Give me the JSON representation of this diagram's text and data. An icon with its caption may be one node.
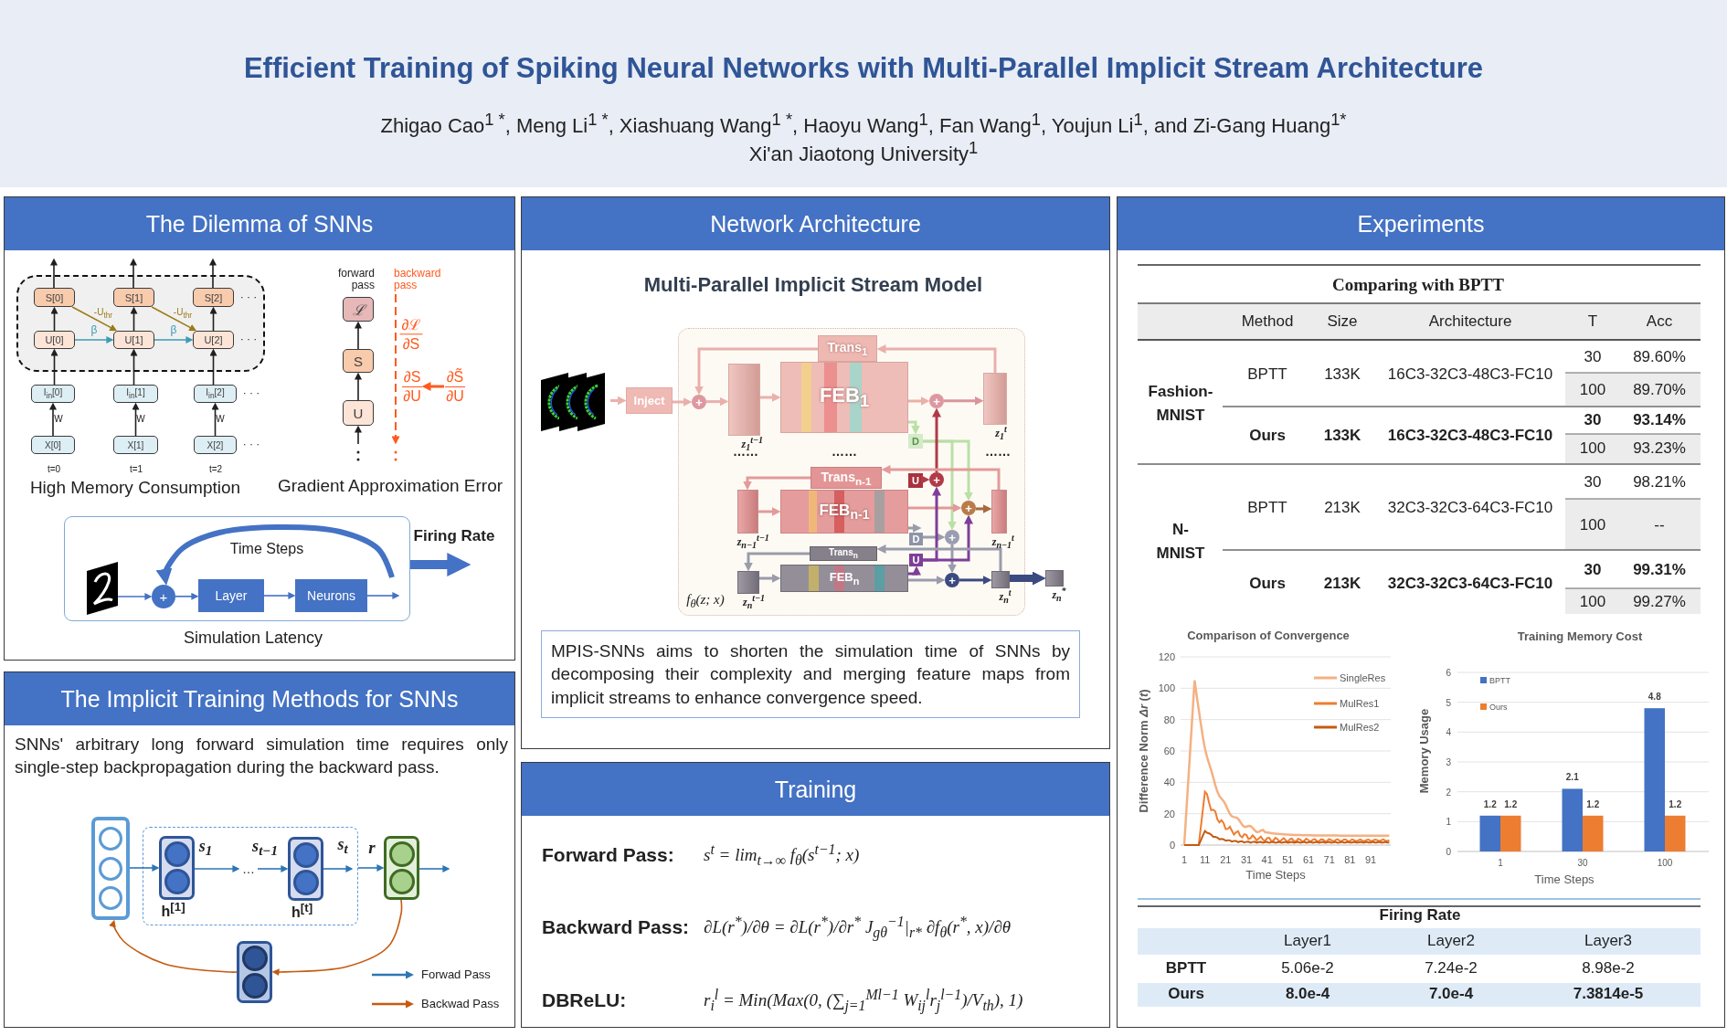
{
  "diagram": {
    "title": "Efficient Training of Spiking Neural Networks with Multi-Parallel Implicit Stream Architecture",
    "nodes": [
      {
        "text": [
          "The Dilemma of SNNs"
        ]
      },
      {
        "text": [],
        "shape": "box",
        "in": 0
      },
      {
        "text": [
          "S[0]"
        ],
        "in": 1
      },
      {
        "text": [
          "S[1]"
        ],
        "in": 1
      },
      {
        "text": [
          "S[2]"
        ],
        "in": 1,
        "beside": [
          "· · ·"
        ]
      },
      {
        "text": [
          "U[0]"
        ],
        "in": 1
      },
      {
        "text": [
          "U[1]"
        ],
        "in": 1
      },
      {
        "text": [
          "U[2]"
        ],
        "in": 1,
        "beside": [
          "· · ·"
        ]
      },
      {
        "text": [
          "I$_{in}$[0]"
        ],
        "in": 0
      },
      {
        "text": [
          "I$_{in}$[1]"
        ],
        "in": 0
      },
      {
        "text": [
          "I$_{in}$[2]"
        ],
        "in": 0,
        "beside": [
          "· · ·"
        ]
      },
      {
        "text": [
          "X[0]"
        ],
        "in": 0
      },
      {
        "text": [
          "X[1]"
        ],
        "in": 0
      },
      {
        "text": [
          "X[2]"
        ],
        "in": 0,
        "beside": [
          "· · ·"
        ]
      },
      {
        "text": [
          "ℒ"
        ],
        "in": 0
      },
      {
        "text": [
          "S"
        ],
        "in": 0
      },
      {
        "text": [
          "U"
        ],
        "in": 0
      },
      {
        "text": [],
        "shape": "box",
        "in": 0
      },
      {
        "text": [],
        "shape": "picture",
        "in": 17
      },
      {
        "text": [
          "+"
        ],
        "in": 17
      },
      {
        "text": [
          "Layer"
        ],
        "in": 17
      },
      {
        "text": [
          "Neurons"
        ],
        "in": 17
      },
      {
        "text": [
          "The Implicit Training Methods for SNNs"
        ]
      },
      {
        "text": [],
        "shape": "box",
        "in": 22
      },
      {
        "text": [],
        "shape": "box",
        "in": 22
      },
      {
        "text": [],
        "shape": "box",
        "in": 24,
        "beside": [
          "h$^{[1]}$"
        ]
      },
      {
        "text": [],
        "shape": "box",
        "in": 24,
        "beside": [
          "h$^{[t]}$"
        ]
      },
      {
        "text": [],
        "shape": "box",
        "in": 22
      },
      {
        "text": [],
        "shape": "box",
        "in": 22
      },
      {
        "text": [
          "Network Architecture"
        ]
      },
      {
        "text": [],
        "shape": "box",
        "in": 29
      },
      {
        "text": [],
        "shape": "picture",
        "in": 29
      },
      {
        "text": [
          "Inject"
        ],
        "in": 29
      },
      {
        "text": [
          "+"
        ],
        "in": 30
      },
      {
        "text": [],
        "shape": "box",
        "in": 30,
        "beside": [
          "z$_{1}$$^{t−1}$"
        ]
      },
      {
        "text": [
          "FEB$_{1}$"
        ],
        "in": 30
      },
      {
        "text": [
          "Trans$_{1}$"
        ],
        "in": 30
      },
      {
        "text": [
          "+"
        ],
        "in": 30
      },
      {
        "text": [],
        "shape": "box",
        "in": 30,
        "beside": [
          "z$_{1}$$^{t}$"
        ]
      },
      {
        "text": [
          "D"
        ],
        "in": 30
      },
      {
        "text": [
          "Trans$_{n-1}$"
        ],
        "in": 30
      },
      {
        "text": [
          "U"
        ],
        "in": 30
      },
      {
        "text": [
          "+"
        ],
        "in": 30
      },
      {
        "text": [],
        "shape": "box",
        "in": 30,
        "beside": [
          "z$_{n−1}$$^{t−1}$"
        ]
      },
      {
        "text": [
          "FEB$_{n-1}$"
        ],
        "in": 30
      },
      {
        "text": [
          "+"
        ],
        "in": 30
      },
      {
        "text": [],
        "shape": "box",
        "in": 30,
        "beside": [
          "z$_{n−1}$$^{t}$"
        ]
      },
      {
        "text": [
          "D"
        ],
        "in": 30
      },
      {
        "text": [
          "+"
        ],
        "in": 30
      },
      {
        "text": [
          "U"
        ],
        "in": 30
      },
      {
        "text": [
          "Trans$_{n}$"
        ],
        "in": 30
      },
      {
        "text": [],
        "shape": "box",
        "in": 30,
        "beside": [
          "z$_{n}$$^{t−1}$"
        ]
      },
      {
        "text": [
          "FEB$_{n}$"
        ],
        "in": 30
      },
      {
        "text": [
          "+"
        ],
        "in": 30
      },
      {
        "text": [],
        "shape": "box",
        "in": 30,
        "beside": [
          "z$_{n}$$^{t}$"
        ]
      },
      {
        "text": [],
        "shape": "box",
        "in": 29,
        "beside": [
          "z$_{n}$$^{*}$"
        ]
      },
      {
        "text": [
          "MPIS-SNNs aims to shorten the simulation time of SNNs by decomposing their complexity and merging feature maps from implicit streams to enhance convergence speed."
        ],
        "in": 29
      },
      {
        "text": [
          "Training"
        ]
      },
      {
        "text": [
          "Experiments"
        ]
      },
      {
        "text": [
          "…"
        ],
        "in": 24
      },
      {
        "text": [
          "∂S",
          "∂U"
        ],
        "in": 0
      },
      {
        "text": [
          "∂S̃",
          "∂U"
        ],
        "in": 0
      }
    ],
    "edges": [
      {
        "from": 11,
        "to": 8,
        "arrow": "to",
        "label": "W"
      },
      {
        "from": 12,
        "to": 9,
        "arrow": "to",
        "label": "W"
      },
      {
        "from": 13,
        "to": 10,
        "arrow": "to",
        "label": "W"
      },
      {
        "from": 8,
        "to": 5,
        "arrow": "to"
      },
      {
        "from": 9,
        "to": 6,
        "arrow": "to"
      },
      {
        "from": 10,
        "to": 7,
        "arrow": "to"
      },
      {
        "from": 5,
        "to": 2,
        "arrow": "to"
      },
      {
        "from": 6,
        "to": 3,
        "arrow": "to"
      },
      {
        "from": 7,
        "to": 4,
        "arrow": "to"
      },
      {
        "from": 2,
        "to": null,
        "arrow": "to"
      },
      {
        "from": 3,
        "to": null,
        "arrow": "to"
      },
      {
        "from": 4,
        "to": null,
        "arrow": "to"
      },
      {
        "from": 5,
        "to": 6,
        "arrow": "to",
        "label": "β",
        "color": "#3d9bb5"
      },
      {
        "from": 6,
        "to": 7,
        "arrow": "to",
        "label": "β",
        "color": "#3d9bb5"
      },
      {
        "from": 2,
        "to": 6,
        "arrow": "to",
        "label": "-U$_{thr}$",
        "color": "#9c7a16"
      },
      {
        "from": 3,
        "to": 7,
        "arrow": "to",
        "label": "-U$_{thr}$",
        "color": "#9c7a16"
      },
      {
        "from": null,
        "to": 16,
        "arrow": "to"
      },
      {
        "from": 16,
        "to": 15,
        "arrow": "to"
      },
      {
        "from": 15,
        "to": 14,
        "arrow": "to"
      },
      {
        "from": 18,
        "to": 19,
        "arrow": "to",
        "color": "#4472c4"
      },
      {
        "from": 19,
        "to": 20,
        "arrow": "to",
        "color": "#4472c4"
      },
      {
        "from": 20,
        "to": 21,
        "arrow": "to",
        "color": "#4472c4"
      },
      {
        "from": 21,
        "to": null,
        "arrow": "to",
        "color": "#4472c4"
      },
      {
        "from": null,
        "to": 19,
        "arrow": "to",
        "label": "Time Steps",
        "style": "thick",
        "color": "#4472c4"
      },
      {
        "from": 17,
        "to": null,
        "arrow": "to",
        "label": "Firing Rate",
        "style": "thick",
        "color": "#4472c4"
      },
      {
        "from": 23,
        "to": 25,
        "arrow": "to",
        "color": "#2e75b6"
      },
      {
        "from": 25,
        "to": 59,
        "arrow": "to",
        "label": "s$_{1}$",
        "color": "#2e75b6"
      },
      {
        "from": 59,
        "to": 26,
        "arrow": "to",
        "label": "s$_{t−1}$",
        "color": "#2e75b6"
      },
      {
        "from": 26,
        "to": null,
        "arrow": "to",
        "label": "s$_{t}$",
        "color": "#2e75b6"
      },
      {
        "from": 24,
        "to": 27,
        "arrow": "to",
        "label": "r",
        "color": "#2e75b6"
      },
      {
        "from": 27,
        "to": null,
        "arrow": "to",
        "color": "#2e75b6"
      },
      {
        "from": 27,
        "to": 28,
        "arrow": "to",
        "color": "#c55a11"
      },
      {
        "from": 28,
        "to": 23,
        "arrow": "to",
        "color": "#c55a11"
      },
      {
        "from": 31,
        "to": 32,
        "arrow": "to",
        "color": "#eab0ab"
      },
      {
        "from": 32,
        "to": 33,
        "arrow": "to",
        "color": "#eab0ab"
      },
      {
        "from": 33,
        "to": 34,
        "arrow": "to",
        "color": "#eab0ab"
      },
      {
        "from": 34,
        "to": 35,
        "arrow": "to",
        "color": "#eab0ab"
      },
      {
        "from": 35,
        "to": 37,
        "arrow": "to",
        "color": "#eab0ab"
      },
      {
        "from": 37,
        "to": 38,
        "arrow": "to",
        "color": "#d9959c"
      },
      {
        "from": 38,
        "to": 36,
        "arrow": "to",
        "color": "#eab0ab"
      },
      {
        "from": 36,
        "to": 33,
        "arrow": "to",
        "color": "#eab0ab"
      },
      {
        "from": 35,
        "to": 39,
        "arrow": "to",
        "color": "#b9e0a5"
      },
      {
        "from": 39,
        "to": 48,
        "arrow": "to",
        "color": "#b9e0a5"
      },
      {
        "from": 39,
        "to": 45,
        "arrow": "to",
        "color": "#b9e0a5"
      },
      {
        "from": 41,
        "to": 42,
        "arrow": "to",
        "color": "#b23a48"
      },
      {
        "from": 42,
        "to": 37,
        "arrow": "to",
        "color": "#b23a48"
      },
      {
        "from": 46,
        "to": 40,
        "arrow": "to",
        "color": "#e39a9a"
      },
      {
        "from": 40,
        "to": 43,
        "arrow": "to",
        "color": "#e39a9a"
      },
      {
        "from": 43,
        "to": 44,
        "arrow": "to",
        "color": "#e39a9a"
      },
      {
        "from": 44,
        "to": 45,
        "arrow": "to",
        "color": "#e39a9a"
      },
      {
        "from": 45,
        "to": 46,
        "arrow": "to",
        "color": "#a86a3d"
      },
      {
        "from": 44,
        "to": 47,
        "arrow": "to",
        "color": "#9a9cab"
      },
      {
        "from": 47,
        "to": 48,
        "arrow": "to",
        "color": "#9a9cab"
      },
      {
        "from": 48,
        "to": 53,
        "arrow": "to",
        "color": "#9a9cab"
      },
      {
        "from": 49,
        "to": 42,
        "arrow": "to",
        "color": "#7e3f98"
      },
      {
        "from": 49,
        "to": 45,
        "arrow": "to",
        "color": "#7e3f98"
      },
      {
        "from": 52,
        "to": 53,
        "arrow": "to",
        "color": "#9a9cab"
      },
      {
        "from": 53,
        "to": 54,
        "arrow": "to",
        "color": "#3b4a7f"
      },
      {
        "from": 54,
        "to": 50,
        "arrow": "to",
        "color": "#9a9cab"
      },
      {
        "from": 50,
        "to": 51,
        "arrow": "to",
        "color": "#9a9cab"
      },
      {
        "from": 51,
        "to": 52,
        "arrow": "to",
        "color": "#9a9cab"
      },
      {
        "from": 54,
        "to": 55,
        "arrow": "to",
        "style": "thick",
        "color": "#3b4a7f"
      },
      {
        "from": 52,
        "to": 49,
        "arrow": "to",
        "color": "#7e3f98"
      },
      {
        "from": 61,
        "to": 60,
        "arrow": "to",
        "color": "#ff5a1f"
      }
    ],
    "labels": [
      "Zhigao Cao$^{1 *}$, Meng Li$^{1 *}$, Xiashuang Wang$^{1 *}$, Haoyu Wang$^{1}$, Fan Wang$^{1}$, Youjun Li$^{1}$, and Zi-Gang Huang$^{1*}$",
      "Xi'an Jiaotong University$^{1}$",
      "t=0",
      "t=1",
      "t=2",
      "High Memory Consumption",
      "forward pass",
      "backward pass",
      "∂ℒ",
      "∂S",
      "Gradient Approximation Error",
      "Simulation Latency",
      "SNNs' arbitrary long forward simulation time requires only single-step backpropagation during the backward pass.",
      "Multi-Parallel Implicit Stream Model",
      "……",
      "……",
      "……",
      "f$_{θ}$(z; x)",
      "Forward Pass:",
      "s$^{t}$ = lim$_{t→∞}$ f$_{θ}$(s$^{t−1}$; x)",
      "Backward Pass:",
      "∂L(r$^{*}$)/∂θ = ∂L(r$^{*}$)/∂r$^{*}$ J$_{gθ}$$^{−1}$|$_{r*}$ ∂f$_{θ}$(r$^{*}$, x)/∂θ",
      "DBReLU:",
      "r$_{i}$$^{l}$ = Min(Max(0, (∑$_{j=1}$$^{Ml−1}$ W$_{ij}$$^{l}$r$_{j}$$^{l−1}$)/V$_{th}$), 1)",
      "Comparing with BPTT",
      "Method",
      "Size",
      "Architecture",
      "T",
      "Acc",
      "Fashion- MNIST",
      "BPTT",
      "133K",
      "16C3-32C3-48C3-FC10",
      "30",
      "89.60%",
      "100",
      "89.70%",
      "Ours",
      "133K",
      "16C3-32C3-48C3-FC10",
      "30",
      "93.14%",
      "100",
      "93.23%",
      "N- MNIST",
      "BPTT",
      "213K",
      "32C3-32C3-64C3-FC10",
      "30",
      "98.21%",
      "100",
      "--",
      "Ours",
      "213K",
      "32C3-32C3-64C3-FC10",
      "30",
      "99.31%",
      "100",
      "99.27%",
      "Comparison of Convergence",
      "120",
      "100",
      "80",
      "60",
      "40",
      "20",
      "0",
      "Difference Norm *Δr* (*t*)",
      "1",
      "11",
      "21",
      "31",
      "41",
      "51",
      "61",
      "71",
      "81",
      "91",
      "Time Steps",
      "Firing Rate",
      "Layer1",
      "Layer2",
      "Layer3",
      "BPTT",
      "5.06e-2",
      "7.24e-2",
      "8.98e-2",
      "Ours",
      "8.0e-4",
      "7.0e-4",
      "7.3814e-5"
    ],
    "legend": [
      {
        "text": "Forwad Pass"
      },
      {
        "text": "Backwad Pass"
      },
      {
        "text": "SingleRes"
      },
      {
        "text": "MulRes1"
      },
      {
        "text": "MulRes2"
      }
    ],
    "chart_data": {
      "type": "bar",
      "title": "Training Memory Cost",
      "xlabel": "Time Steps",
      "ylabel": "Memory Usage",
      "categories": [
        "1",
        "30",
        "100"
      ],
      "series": [
        {
          "name": "BPTT",
          "color": "#4472c4",
          "values": [
            1.2,
            2.1,
            4.8
          ]
        },
        {
          "name": "Ours",
          "color": "#ed7d31",
          "values": [
            1.2,
            1.2,
            1.2
          ]
        }
      ],
      "ylim": [
        0,
        6
      ],
      "yticks": [
        0,
        1,
        2,
        3,
        4,
        5,
        6
      ],
      "grid": true,
      "legend": "upper left",
      "data_labels": true
    }
  }
}
